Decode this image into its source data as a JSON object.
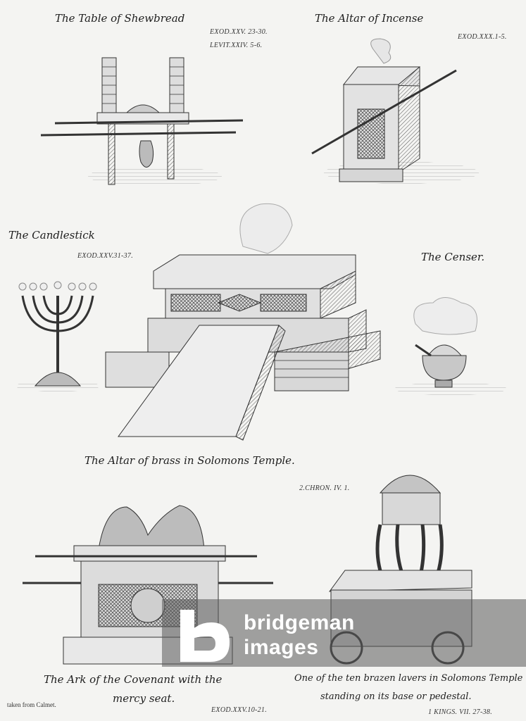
{
  "captions": {
    "shewbread": "The Table of Shewbread",
    "shewbread_ref1": "EXOD.XXV. 23-30.",
    "shewbread_ref2": "LEVIT.XXIV. 5-6.",
    "incense": "The Altar of Incense",
    "incense_ref": "EXOD.XXX.1-5.",
    "candlestick": "The Candlestick",
    "candlestick_ref": "EXOD.XXV.31-37.",
    "censer": "The Censer.",
    "altar_brass": "The Altar of brass in Solomons Temple.",
    "altar_ref": "2.CHRON. IV. 1.",
    "ark_line1": "The Ark of the Covenant with the",
    "ark_line2": "mercy seat.",
    "ark_ref": "EXOD.XXV.10-21.",
    "laver_line1": "One of the ten brazen lavers in Solomons Temple",
    "laver_line2": "standing on its base or pedestal.",
    "laver_ref": "1 KINGS. VII. 27-38.",
    "source": "taken from Calmet."
  },
  "watermark": {
    "line1": "bridgeman",
    "line2": "images",
    "icon": "bridgeman-b-logo"
  }
}
